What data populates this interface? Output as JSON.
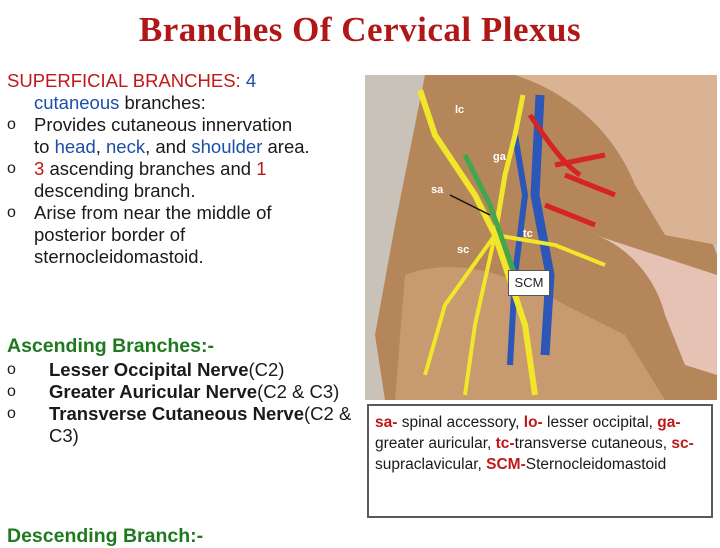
{
  "title": "Branches Of Cervical Plexus",
  "superficial": {
    "heading": "SUPERFICIAL BRANCHES:",
    "count": "4",
    "line1_rest": "cutaneous",
    "line1_tail": "branches:",
    "bullet_symbol": "o",
    "bullet1_a": "Provides cutaneous innervation",
    "bullet1_b": "to",
    "bullet1_head": "head",
    "bullet1_c": ",",
    "bullet1_neck": "neck",
    "bullet1_d": ", and",
    "bullet1_shoulder": "shoulder",
    "bullet1_e": "area.",
    "bullet2_num1": "3",
    "bullet2_mid": "ascending branches and",
    "bullet2_num2": "1",
    "bullet2_tail": "descending branch.",
    "bullet3_a": "Arise from near the middle of",
    "bullet3_b": "posterior border of",
    "bullet3_c": "sternocleidomastoid."
  },
  "ascending": {
    "title": "Ascending Branches:-",
    "items": [
      {
        "nerve": "Lesser Occipital Nerve",
        "roots": "(C2)"
      },
      {
        "nerve": "Greater Auricular Nerve",
        "roots": "(C2 & C3)"
      },
      {
        "nerve": "Transverse Cutaneous Nerve",
        "roots": "(C2 & C3)"
      }
    ]
  },
  "descending": {
    "title": "Descending Branch:-"
  },
  "image": {
    "labels": [
      "lc",
      "ga",
      "sa",
      "tc",
      "sc"
    ],
    "scm_label": "SCM",
    "colors": {
      "muscle": "#b4865a",
      "nerve": "#f2e62a",
      "artery": "#d62424",
      "vein": "#2c56b8",
      "background": "#c9c2b8"
    }
  },
  "caption": {
    "sa": "sa-",
    "sa_text": " spinal accessory, ",
    "lo": "lo-",
    "lo_text": " lesser occipital, ",
    "ga": "ga-",
    "ga_text": " greater auricular, ",
    "tc": "tc-",
    "tc_text": "transverse cutaneous, ",
    "sc": "sc-",
    "sc_text": "supraclavicular, ",
    "scm": "SCM-",
    "scm_text": "Sternocleidomastoid"
  },
  "colors": {
    "title": "#b01818",
    "accent_red": "#c01818",
    "accent_blue": "#1b4fa8",
    "accent_green": "#1f7a1f"
  }
}
